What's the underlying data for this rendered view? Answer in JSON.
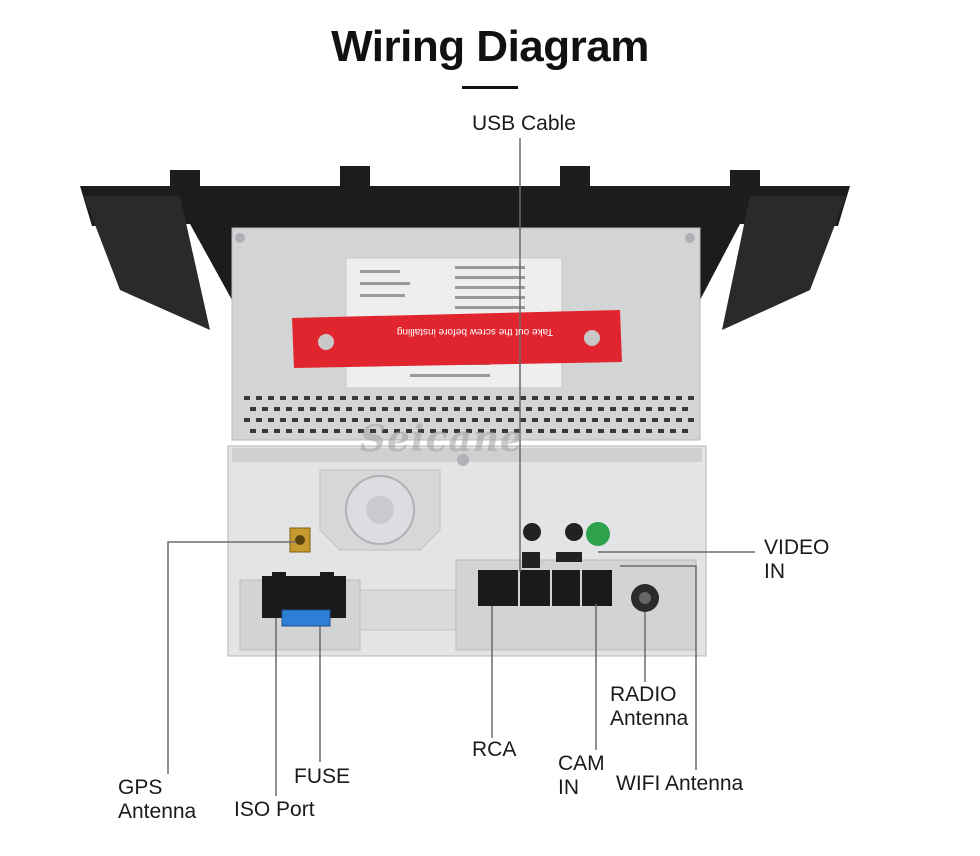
{
  "title": "Wiring Diagram",
  "watermark": "Seicane",
  "sticker_text": "Take out the screw before installing",
  "labels": {
    "usb_cable": "USB Cable",
    "video_in_1": "VIDEO",
    "video_in_2": "IN",
    "radio_antenna_1": "RADIO",
    "radio_antenna_2": "Antenna",
    "rca": "RCA",
    "cam_in_1": "CAM",
    "cam_in_2": "IN",
    "wifi_antenna": "WIFI Antenna",
    "gps_antenna_1": "GPS",
    "gps_antenna_2": "Antenna",
    "fuse": "FUSE",
    "iso_port": "ISO Port"
  },
  "colors": {
    "bezel": "#1c1c1e",
    "metal": "#d9dadc",
    "sticker": "#e0252e",
    "fuse": "#2d7fd6",
    "leader_line": "#6b6b6b"
  }
}
